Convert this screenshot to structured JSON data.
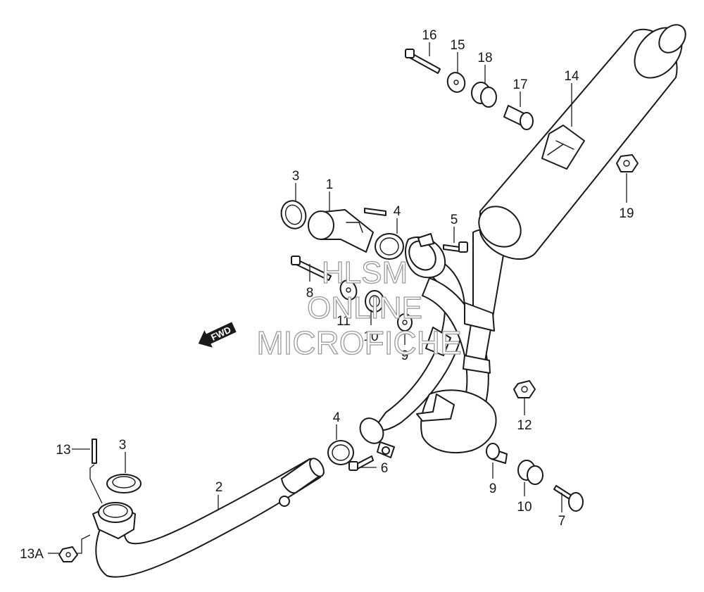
{
  "callouts": {
    "c1": "1",
    "c2": "2",
    "c3a": "3",
    "c3b": "3",
    "c4a": "4",
    "c4b": "4",
    "c5": "5",
    "c6": "6",
    "c7": "7",
    "c8": "8",
    "c9a": "9",
    "c9b": "9",
    "c10a": "10",
    "c10b": "10",
    "c11": "11",
    "c12": "12",
    "c13": "13",
    "c13a": "13A",
    "c14": "14",
    "c15": "15",
    "c16": "16",
    "c17": "17",
    "c18": "18",
    "c19": "19"
  },
  "direction_arrow": {
    "label": "FWD",
    "icon": "forward-arrow-icon"
  },
  "watermark": {
    "line1": "HLSM",
    "line2": "ONLINE",
    "line3": "MICROFICHE"
  }
}
